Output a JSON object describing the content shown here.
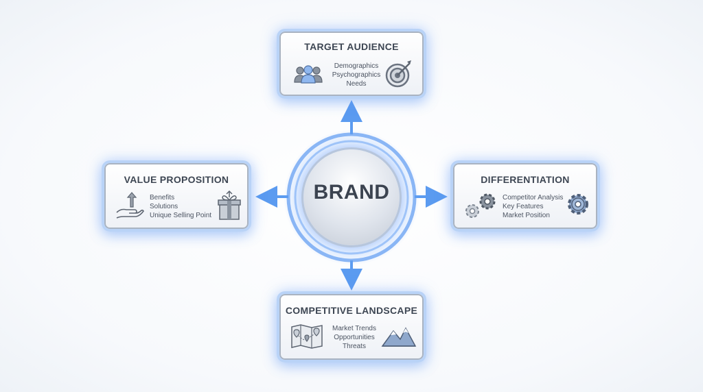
{
  "center": {
    "label": "BRAND"
  },
  "nodes": {
    "target_audience": {
      "title": "TARGET AUDIENCE",
      "items": [
        "Demographics",
        "Psychographics",
        "Needs"
      ],
      "icons": [
        "people-icon",
        "target-icon"
      ]
    },
    "value_proposition": {
      "title": "VALUE PROPOSITION",
      "items": [
        "Benefits",
        "Solutions",
        "Unique Selling Point"
      ],
      "icons": [
        "hand-arrow-icon",
        "gift-icon"
      ]
    },
    "differentiation": {
      "title": "DIFFERENTIATION",
      "items": [
        "Competitor Analysis",
        "Key Features",
        "Market Position"
      ],
      "icons": [
        "gears-icon",
        "gear-icon"
      ]
    },
    "competitive_landscape": {
      "title": "COMPETITIVE LANDSCAPE",
      "items": [
        "Market Trends",
        "Opportunities",
        "Threats"
      ],
      "icons": [
        "map-icon",
        "mountain-icon"
      ]
    }
  },
  "colors": {
    "accent": "#5b9bf0",
    "card_border": "#b9d3f7",
    "text": "#3d4653",
    "background": "#f7f9fc"
  }
}
